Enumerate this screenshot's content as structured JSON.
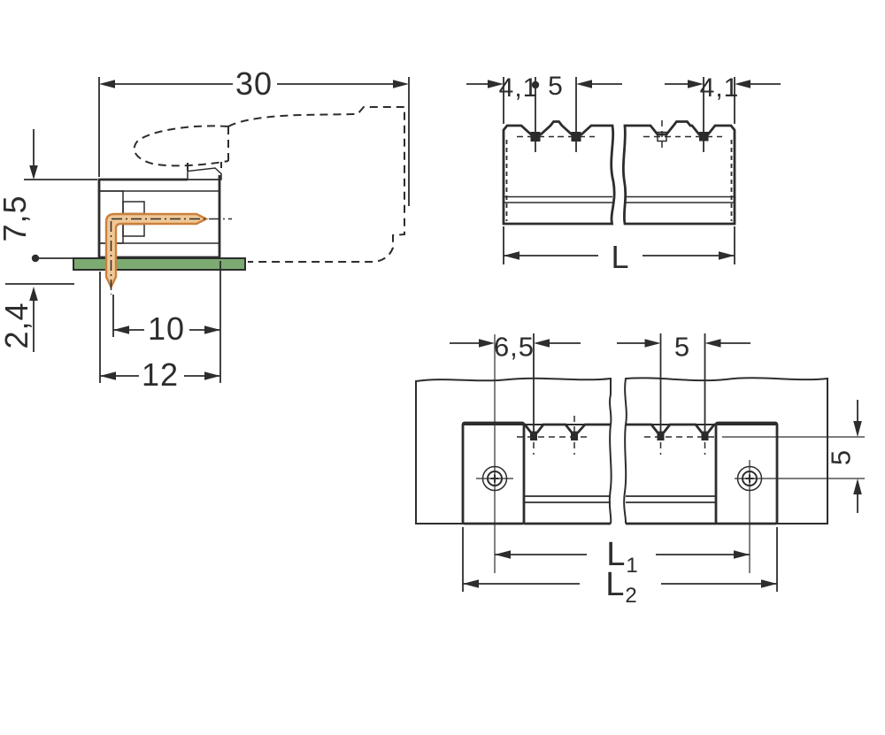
{
  "colors": {
    "line": "#2d2d2d",
    "green": "#7cab71",
    "greenHatch": "#324f2c",
    "gray": "#dcdcdc",
    "copFill": "#f0c897",
    "copStroke": "#c9803d",
    "pinDark": "#2a2a2a",
    "paper": "#ffffff"
  },
  "side_view": {
    "overall_width": "30",
    "height_above_board": "7,5",
    "pin_below_board": "2,4",
    "pin_to_front": "10",
    "body_depth": "12"
  },
  "front_view": {
    "end_to_pin_left": "4,1",
    "pin_pitch": "5",
    "end_to_pin_right": "4,1",
    "overall_length": "L"
  },
  "top_view": {
    "screw_to_pin": "6,5",
    "pin_pitch": "5",
    "pin_row_to_screw": "5",
    "hole_spacing_label": "L",
    "hole_spacing_sub": "1",
    "overall_length_label": "L",
    "overall_length_sub": "2"
  }
}
